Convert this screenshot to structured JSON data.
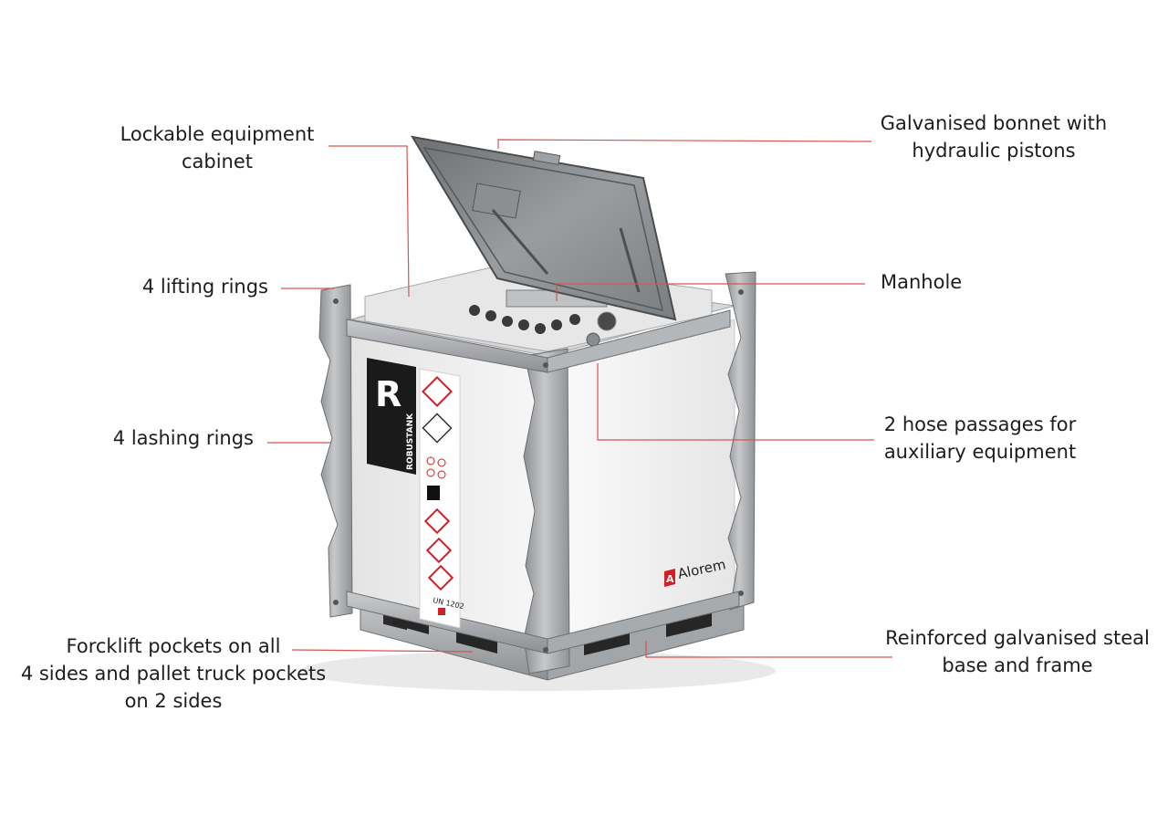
{
  "callouts": {
    "cabinet": {
      "lines": [
        "Lockable equipment",
        "cabinet"
      ]
    },
    "bonnet": {
      "lines": [
        "Galvanised bonnet with",
        "hydraulic pistons"
      ]
    },
    "lifting": {
      "lines": [
        "4 lifting rings"
      ]
    },
    "manhole": {
      "lines": [
        "Manhole"
      ]
    },
    "lashing": {
      "lines": [
        "4 lashing rings"
      ]
    },
    "hose": {
      "lines": [
        "2 hose passages for",
        "auxiliary equipment"
      ]
    },
    "forklift": {
      "lines": [
        "Forcklift pockets on all",
        "4 sides and pallet truck pockets",
        "on 2 sides"
      ]
    },
    "base": {
      "lines": [
        "Reinforced galvanised steal",
        "base and frame"
      ]
    }
  },
  "tank": {
    "brand_logo_letter": "R",
    "brand_vertical": "ROBUSTANK",
    "maker": "Alorem",
    "un_code": "UN 1202"
  },
  "colors": {
    "leader_line": "#d9534f",
    "frame_metal": "#a9abad",
    "tank_white": "#f2f2f2",
    "logo_black": "#1a1a1a",
    "hazard_red": "#d21f26"
  }
}
